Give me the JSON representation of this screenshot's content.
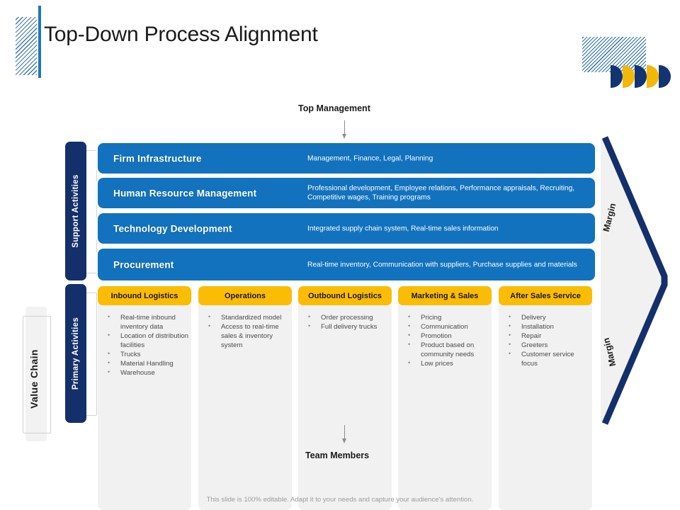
{
  "header": {
    "title": "Top-Down Process Alignment",
    "accent_blue": "#1b79bf",
    "accent_navy": "#123470",
    "accent_gold": "#f2b707"
  },
  "diagram": {
    "flow_top_label": "Top Management",
    "flow_bottom_label": "Team Members",
    "value_chain_label": "Value Chain",
    "margin_label_top": "Margin",
    "margin_label_bottom": "Margin",
    "support_group_label": "Support Activities",
    "primary_group_label": "Primary Activities",
    "support_color": "#1272bd",
    "primary_header_color": "#fbbc05",
    "primary_body_color": "#f1f1f1",
    "sidebar_color": "#14306b"
  },
  "support_activities": [
    {
      "title": "Firm Infrastructure",
      "description": "Management, Finance, Legal, Planning"
    },
    {
      "title": "Human Resource Management",
      "description": "Professional development, Employee relations, Performance appraisals, Recruiting, Competitive wages, Training programs"
    },
    {
      "title": "Technology Development",
      "description": "Integrated supply chain system, Real-time sales information"
    },
    {
      "title": "Procurement",
      "description": "Real-time inventory, Communication with suppliers, Purchase supplies and materials"
    }
  ],
  "primary_activities": [
    {
      "title": "Inbound Logistics",
      "items": [
        "Real-time inbound inventory data",
        "Location of distribution facilities",
        "Trucks",
        "Material Handling",
        "Warehouse"
      ]
    },
    {
      "title": "Operations",
      "items": [
        "Standardized model",
        "Access to real-time sales & inventory system"
      ]
    },
    {
      "title": "Outbound Logistics",
      "items": [
        "Order processing",
        "Full delivery trucks"
      ]
    },
    {
      "title": "Marketing & Sales",
      "items": [
        "Pricing",
        "Communication",
        "Promotion",
        "Product based on community needs",
        "Low prices"
      ]
    },
    {
      "title": "After Sales Service",
      "items": [
        "Delivery",
        "Installation",
        "Repair",
        "Greeters",
        "Customer service focus"
      ]
    }
  ],
  "footer": {
    "note": "This slide is 100% editable. Adapt it to your needs and capture your audience's attention."
  }
}
